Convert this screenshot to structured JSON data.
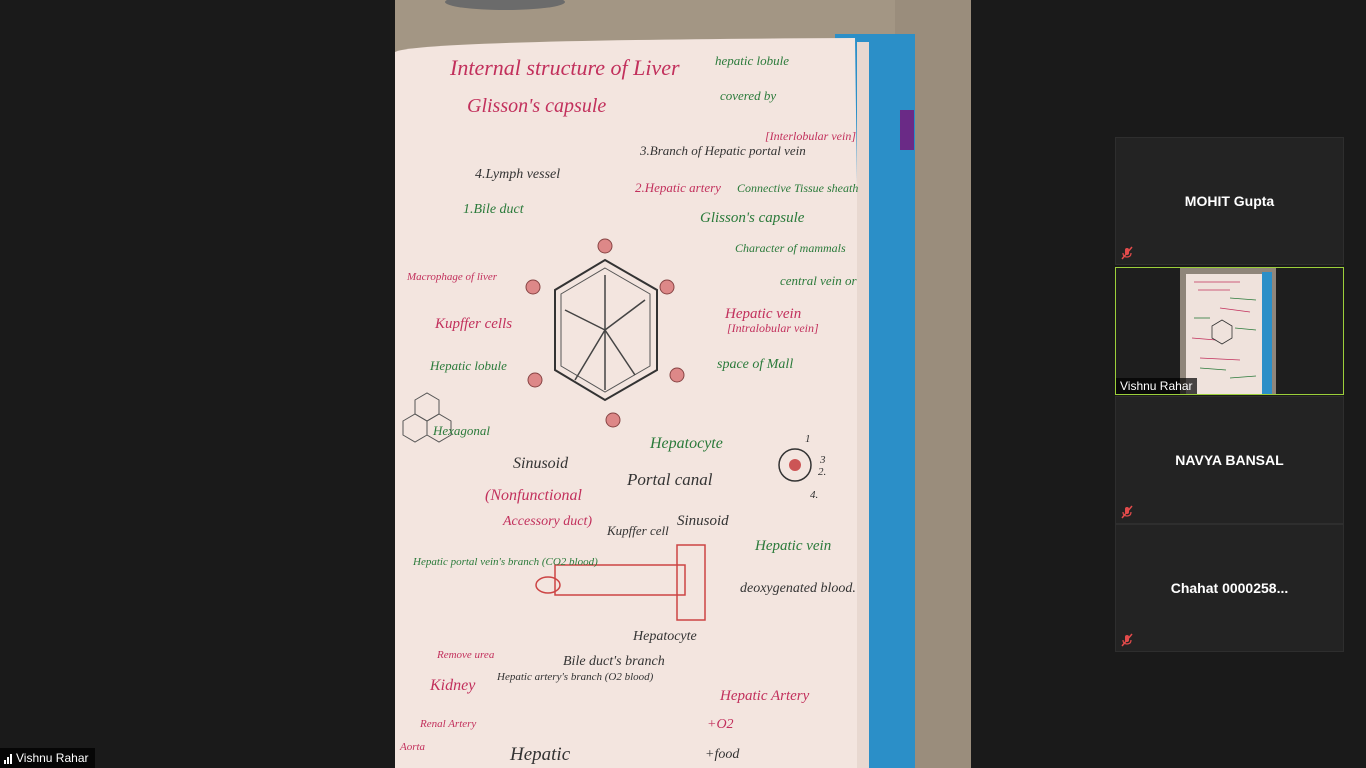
{
  "speaker": {
    "name": "Vishnu Rahar"
  },
  "participants": [
    {
      "name": "MOHIT Gupta",
      "muted": true
    },
    {
      "name": "Vishnu Rahar",
      "muted": false,
      "video_on": true
    },
    {
      "name": "NAVYA BANSAL",
      "muted": true
    },
    {
      "name": "Chahat 0000258...",
      "muted": true
    }
  ],
  "notes": {
    "title": "Internal structure of Liver",
    "title_note": "hepatic lobule",
    "capsule": "Glisson's capsule",
    "covered_by": "covered by",
    "branch_hpv": "3.Branch of Hepatic portal vein",
    "interlobular": "[Interlobular vein]",
    "lymph": "4.Lymph vessel",
    "hepatic_artery": "2.Hepatic artery",
    "connective": "Connective Tissue sheath",
    "bileduct": "1.Bile duct",
    "glissons_capsule": "Glisson's capsule",
    "character": "Character of mammals",
    "macrophage": "Macrophage of liver",
    "central_vein": "central vein or",
    "hepatic_vein": "Hepatic vein",
    "intralobular": "[Intralobular vein]",
    "kupffer": "Kupffer cells",
    "hepatic_lobule": "Hepatic lobule",
    "space_mall": "space of Mall",
    "hexagonal": "Hexagonal",
    "sinusoid": "Sinusoid",
    "hepatocyte": "Hepatocyte",
    "nonfunctional": "(Nonfunctional",
    "portal_canal": "Portal canal",
    "accessory_duct": "Accessory duct)",
    "kupffer_cell": "Kupffer cell",
    "sinusoid2": "Sinusoid",
    "hepatic_vein2": "Hepatic vein",
    "hpv_branch": "Hepatic portal vein's branch (CO2 blood)",
    "deoxygenated": "deoxygenated blood.",
    "hepatocyte2": "Hepatocyte",
    "remove_urea": "Remove urea",
    "kidney": "Kidney",
    "renal_artery": "Renal Artery",
    "aorta": "Aorta",
    "hep_artery_branch": "Hepatic artery's branch (O2 blood)",
    "bile_duct_branch": "Bile duct's branch",
    "hepatic_artery2": "Hepatic Artery",
    "o2": "+O2",
    "food": "+food",
    "hepatic_bottom": "Hepatic",
    "num1": "1",
    "num2": "2.",
    "num3": "3",
    "num4": "4."
  }
}
